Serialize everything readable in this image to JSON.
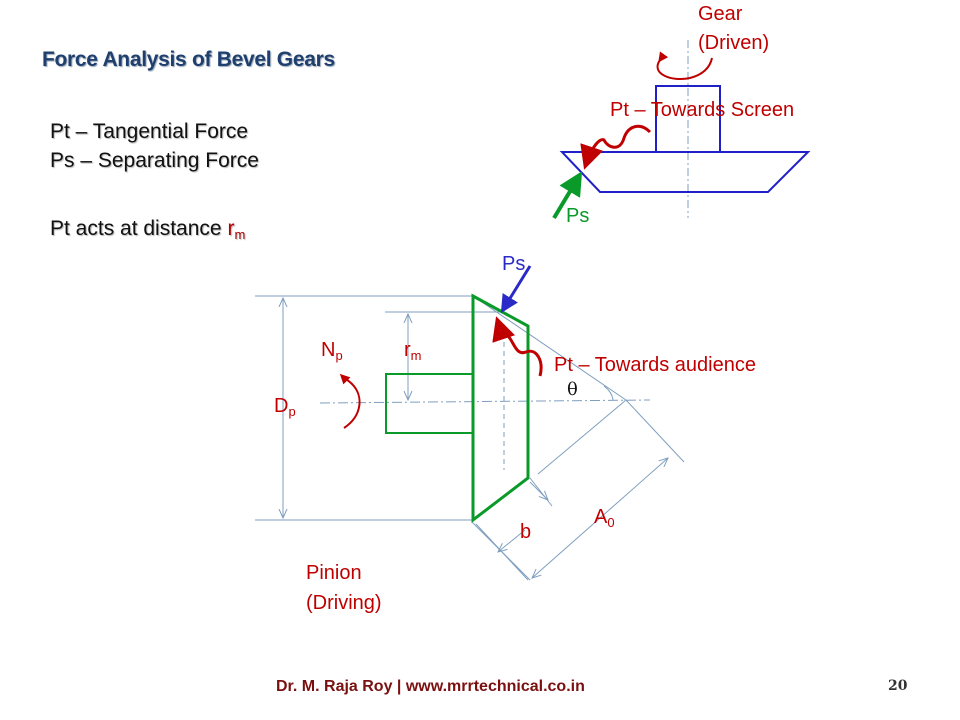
{
  "slide": {
    "title": "Force Analysis of Bevel Gears",
    "definitions": [
      "Pt – Tangential Force",
      "Ps – Separating Force"
    ],
    "distance_note": {
      "text": "Pt  acts at distance ",
      "symbol": "r",
      "subscript": "m"
    }
  },
  "gear_view": {
    "gear_label_line1": "Gear",
    "gear_label_line2": "(Driven)",
    "pt_label": "Pt – Towards Screen",
    "ps_label": "Ps"
  },
  "pinion_view": {
    "ps_label": "Ps",
    "pt_label": "Pt – Towards audience",
    "theta": "θ",
    "np_symbol": "N",
    "np_subscript": "p",
    "rm_symbol": "r",
    "rm_subscript": "m",
    "dp_symbol": "D",
    "dp_subscript": "p",
    "b_label": "b",
    "a0_symbol": "A",
    "a0_subscript": "0",
    "pinion_line1": "Pinion",
    "pinion_line2": "(Driving)"
  },
  "colors": {
    "title": "#1f3f6e",
    "gear_outline": "#2020c8",
    "pinion_outline": "#0a9a2a",
    "force_pt": "#c00000",
    "force_ps_gear": "#0a9a2a",
    "force_ps_pinion": "#2a2ac8",
    "dimension_lines": "#7f9fbf",
    "label_red": "#c00000",
    "footer": "#7a1010"
  },
  "footer": {
    "text": "Dr. M. Raja Roy  | www.mrrtechnical.co.in",
    "page_number": "20"
  }
}
